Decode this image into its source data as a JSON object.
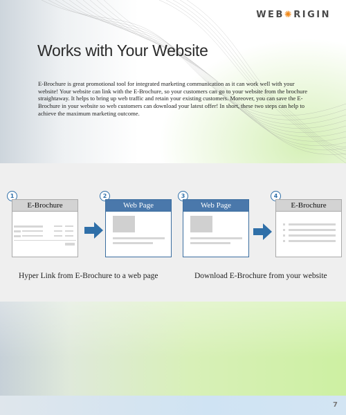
{
  "header": {
    "logo_left": "WEB",
    "logo_right": "RIGIN",
    "logo_mark": "gear-o-icon"
  },
  "page": {
    "title": "Works with Your Website",
    "body": "E-Brochure is great promotional tool for integrated marketing communication as it can work well with your website! Your website can link with the E-Brochure, so your customers can go to your website from the brochure straightaway. It helps to bring up web traffic and retain your existing customers. Moreover, you can save the E-Brochure in your website so web customers can download your latest offer! In short, these two steps can help to achieve the maximum marketing outcome."
  },
  "steps": [
    {
      "num": "1",
      "label": "E-Brochure"
    },
    {
      "num": "2",
      "label": "Web Page"
    },
    {
      "num": "3",
      "label": "Web Page"
    },
    {
      "num": "4",
      "label": "E-Brochure"
    }
  ],
  "captions": {
    "left": "Hyper Link from E-Brochure to a web page",
    "right": "Download E-Brochure from your website"
  },
  "footer": {
    "page_number": "7"
  },
  "colors": {
    "accent_blue": "#4a78ab",
    "logo_orange": "#f08a1c",
    "arrow_blue": "#2f6fa8"
  }
}
